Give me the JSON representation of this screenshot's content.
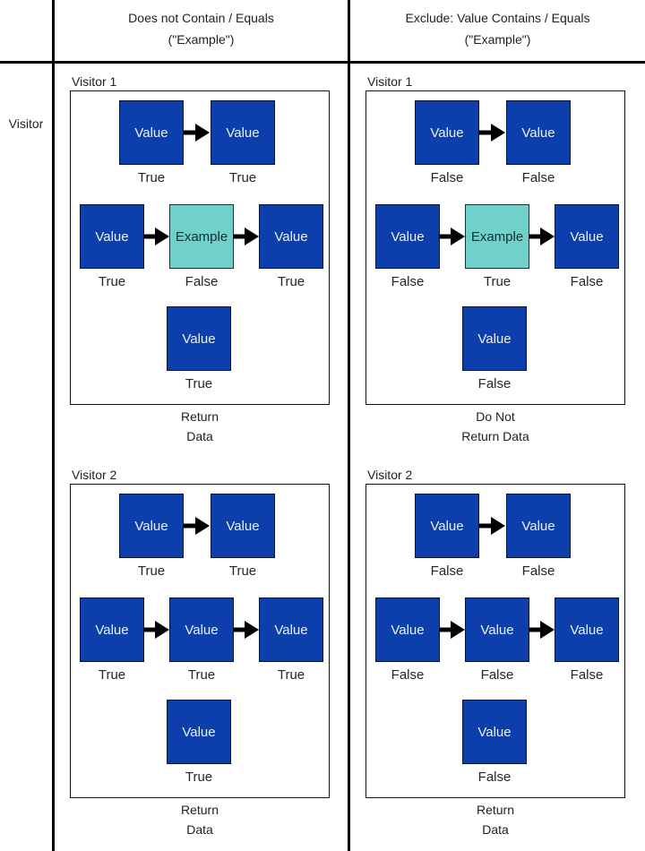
{
  "header": {
    "col1": {
      "line1": "Does not Contain / Equals",
      "line2": "(\"Example\")"
    },
    "col2": {
      "line1": "Exclude: Value Contains / Equals",
      "line2": "(\"Example\")"
    }
  },
  "row_label": "Visitor",
  "icons": {
    "flow_arrow": "arrow-right-icon"
  },
  "colors": {
    "value_box": "#0d3fac",
    "example_box": "#70d0ca",
    "value_text": "#eaf1fb",
    "example_text": "#11302e",
    "grid_line": "#000000"
  },
  "panels": [
    {
      "title": "Visitor 1",
      "result": {
        "line1": "Return",
        "line2": "Data"
      },
      "rows": [
        {
          "boxes": [
            {
              "label": "Value",
              "type": "value",
              "verdict": "True"
            },
            {
              "label": "Value",
              "type": "value",
              "verdict": "True"
            }
          ]
        },
        {
          "boxes": [
            {
              "label": "Value",
              "type": "value",
              "verdict": "True"
            },
            {
              "label": "Example",
              "type": "example",
              "verdict": "False"
            },
            {
              "label": "Value",
              "type": "value",
              "verdict": "True"
            }
          ]
        },
        {
          "boxes": [
            {
              "label": "Value",
              "type": "value",
              "verdict": "True"
            }
          ]
        }
      ]
    },
    {
      "title": "Visitor 1",
      "result": {
        "line1": "Do Not",
        "line2": "Return Data"
      },
      "rows": [
        {
          "boxes": [
            {
              "label": "Value",
              "type": "value",
              "verdict": "False"
            },
            {
              "label": "Value",
              "type": "value",
              "verdict": "False"
            }
          ]
        },
        {
          "boxes": [
            {
              "label": "Value",
              "type": "value",
              "verdict": "False"
            },
            {
              "label": "Example",
              "type": "example",
              "verdict": "True"
            },
            {
              "label": "Value",
              "type": "value",
              "verdict": "False"
            }
          ]
        },
        {
          "boxes": [
            {
              "label": "Value",
              "type": "value",
              "verdict": "False"
            }
          ]
        }
      ]
    },
    {
      "title": "Visitor 2",
      "result": {
        "line1": "Return",
        "line2": "Data"
      },
      "rows": [
        {
          "boxes": [
            {
              "label": "Value",
              "type": "value",
              "verdict": "True"
            },
            {
              "label": "Value",
              "type": "value",
              "verdict": "True"
            }
          ]
        },
        {
          "boxes": [
            {
              "label": "Value",
              "type": "value",
              "verdict": "True"
            },
            {
              "label": "Value",
              "type": "value",
              "verdict": "True"
            },
            {
              "label": "Value",
              "type": "value",
              "verdict": "True"
            }
          ]
        },
        {
          "boxes": [
            {
              "label": "Value",
              "type": "value",
              "verdict": "True"
            }
          ]
        }
      ]
    },
    {
      "title": "Visitor 2",
      "result": {
        "line1": "Return",
        "line2": "Data"
      },
      "rows": [
        {
          "boxes": [
            {
              "label": "Value",
              "type": "value",
              "verdict": "False"
            },
            {
              "label": "Value",
              "type": "value",
              "verdict": "False"
            }
          ]
        },
        {
          "boxes": [
            {
              "label": "Value",
              "type": "value",
              "verdict": "False"
            },
            {
              "label": "Value",
              "type": "value",
              "verdict": "False"
            },
            {
              "label": "Value",
              "type": "value",
              "verdict": "False"
            }
          ]
        },
        {
          "boxes": [
            {
              "label": "Value",
              "type": "value",
              "verdict": "False"
            }
          ]
        }
      ]
    }
  ]
}
